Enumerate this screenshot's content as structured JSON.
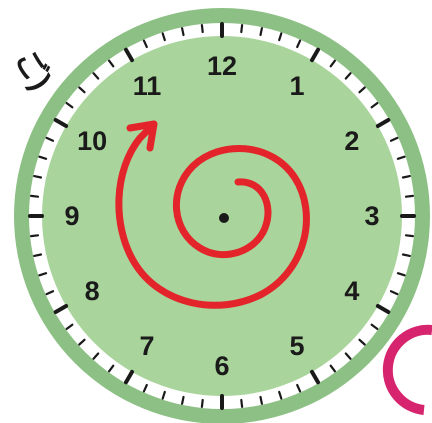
{
  "clock": {
    "numerals": [
      "12",
      "1",
      "2",
      "3",
      "4",
      "5",
      "6",
      "7",
      "8",
      "9",
      "10",
      "11"
    ],
    "colors": {
      "rim": "#8cc084",
      "face": "#a9d49b",
      "inner_ring": "#ffffff",
      "ticks": "#1a1a1a",
      "spiral": "#e3242b",
      "center_dot": "#1a1a1a"
    },
    "spiral_arrow": "red-spiral-arrow-pointing-to-11"
  },
  "edge_decoration": {
    "text": "ご)",
    "accent_color": "#d6246e"
  }
}
